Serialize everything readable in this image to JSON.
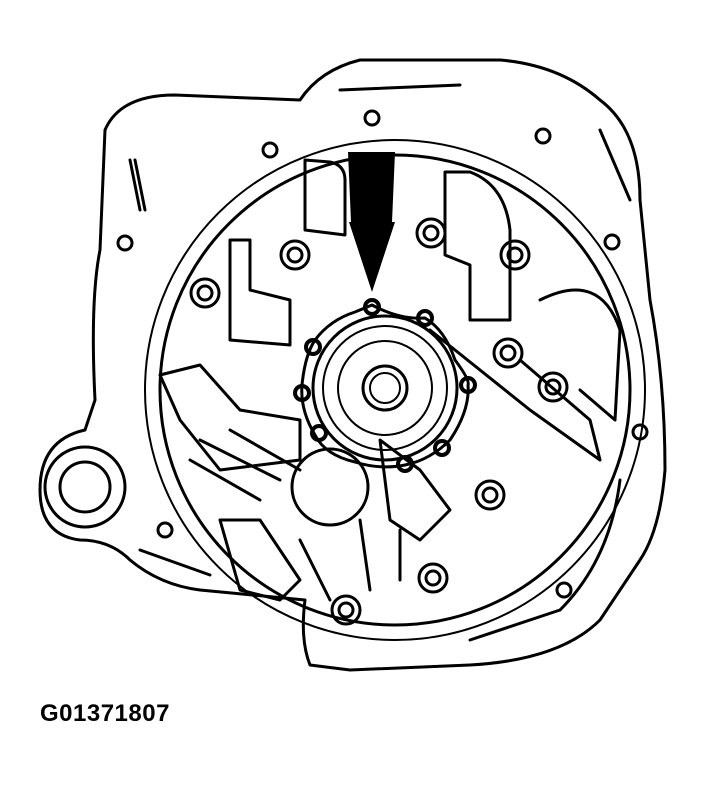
{
  "figure": {
    "caption_id": "G01371807",
    "subject": "transmission housing with output flange bolt pattern",
    "arrow_direction": "down",
    "flange_bolt_count": 8,
    "colors": {
      "line": "#000000",
      "background": "#ffffff"
    }
  }
}
